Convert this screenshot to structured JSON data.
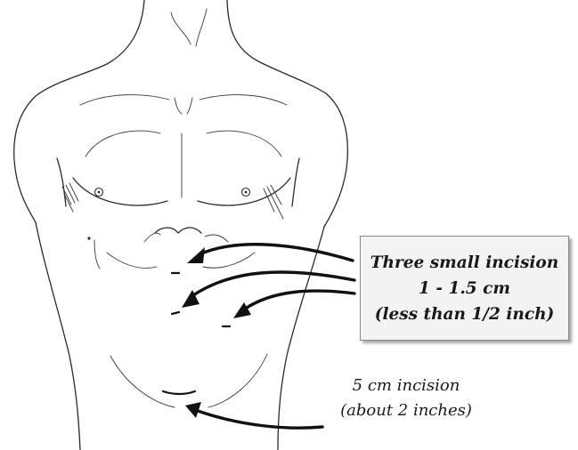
{
  "callout": {
    "line1": "Three small incision",
    "line2": "1 - 1.5 cm",
    "line3": "(less than 1/2 inch)"
  },
  "bottom_note": {
    "line1": "5 cm incision",
    "line2": "(about 2 inches)"
  }
}
